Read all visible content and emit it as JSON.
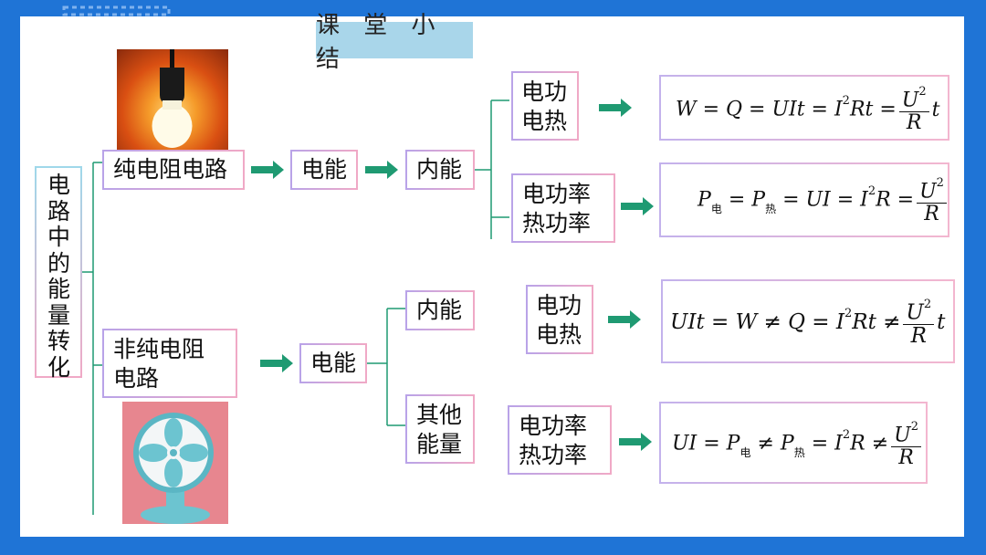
{
  "title": "课 堂 小 结",
  "root": "电路中的能量转化",
  "pure": {
    "label": "纯电阻电路",
    "energy": "电能",
    "internal": "内能",
    "work_heat": "电功\n电热",
    "power": "电功率\n热功率"
  },
  "nonpure": {
    "label": "非纯电阻\n电路",
    "energy": "电能",
    "internal": "内能",
    "other": "其他\n能量",
    "work_heat": "电功\n电热",
    "power": "电功率\n热功率"
  },
  "formulas": {
    "f1": "W = Q = UIt = I²Rt = U²/R t",
    "f2": "P电 = P热 = UI = I²R = U²/R",
    "f3": "UIt = W ≠ Q = I²Rt ≠ U²/R t",
    "f4": "UI = P电 ≠ P热 = I²R ≠ U²/R"
  },
  "images": {
    "bulb": "light-bulb-photo",
    "fan": "electric-fan-illustration"
  },
  "colors": {
    "frame": "#1f74d6",
    "arrow": "#1f9a72",
    "title_bg": "#a9d6ea"
  }
}
